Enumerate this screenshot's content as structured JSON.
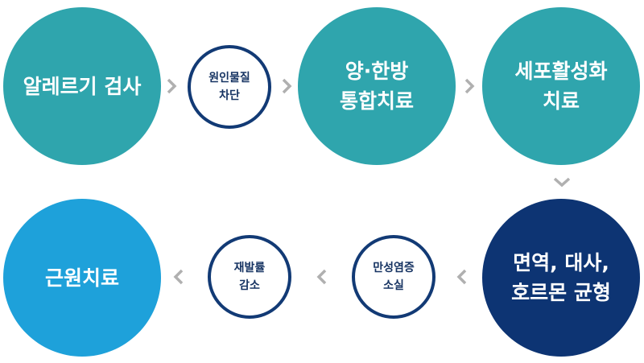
{
  "flow": {
    "step1": "알레르기 검사",
    "step2": "원인물질\n차단",
    "step3": "양·한방\n통합치료",
    "step4": "세포활성화\n치료",
    "step5": "면역, 대사,\n호르몬 균형",
    "step6": "만성염증\n소실",
    "step7": "재발률\n감소",
    "step8": "근원치료"
  },
  "colors": {
    "teal": "#2fa5ad",
    "navy": "#0d3473",
    "blue": "#1ea1da",
    "ring": "#123a75",
    "arrow": "#b0b0b0"
  }
}
